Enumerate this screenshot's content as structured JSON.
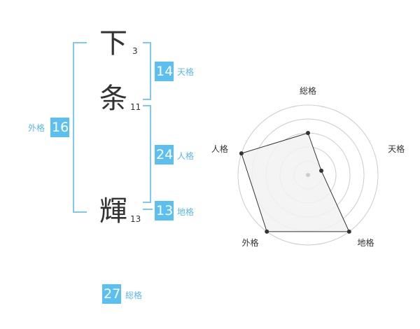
{
  "name": {
    "chars": [
      {
        "char": "下",
        "strokes": "3"
      },
      {
        "char": "条",
        "strokes": "11"
      },
      {
        "char": "輝",
        "strokes": "13"
      }
    ]
  },
  "kakusu": {
    "tenkaku": {
      "value": "14",
      "label": "天格"
    },
    "jinkaku": {
      "value": "24",
      "label": "人格"
    },
    "chikaku": {
      "value": "13",
      "label": "地格"
    },
    "gaikaku": {
      "value": "16",
      "label": "外格"
    },
    "soukaku": {
      "value": "27",
      "label": "総格"
    }
  },
  "colors": {
    "accent": "#5bc0f0",
    "bracket": "#7ccaf0",
    "text": "#333333"
  },
  "chart_data": {
    "type": "radar",
    "axes": [
      "総格",
      "天格",
      "地格",
      "外格",
      "人格"
    ],
    "values": [
      3,
      1,
      5,
      5,
      5
    ],
    "rings": 5,
    "grid": true
  }
}
